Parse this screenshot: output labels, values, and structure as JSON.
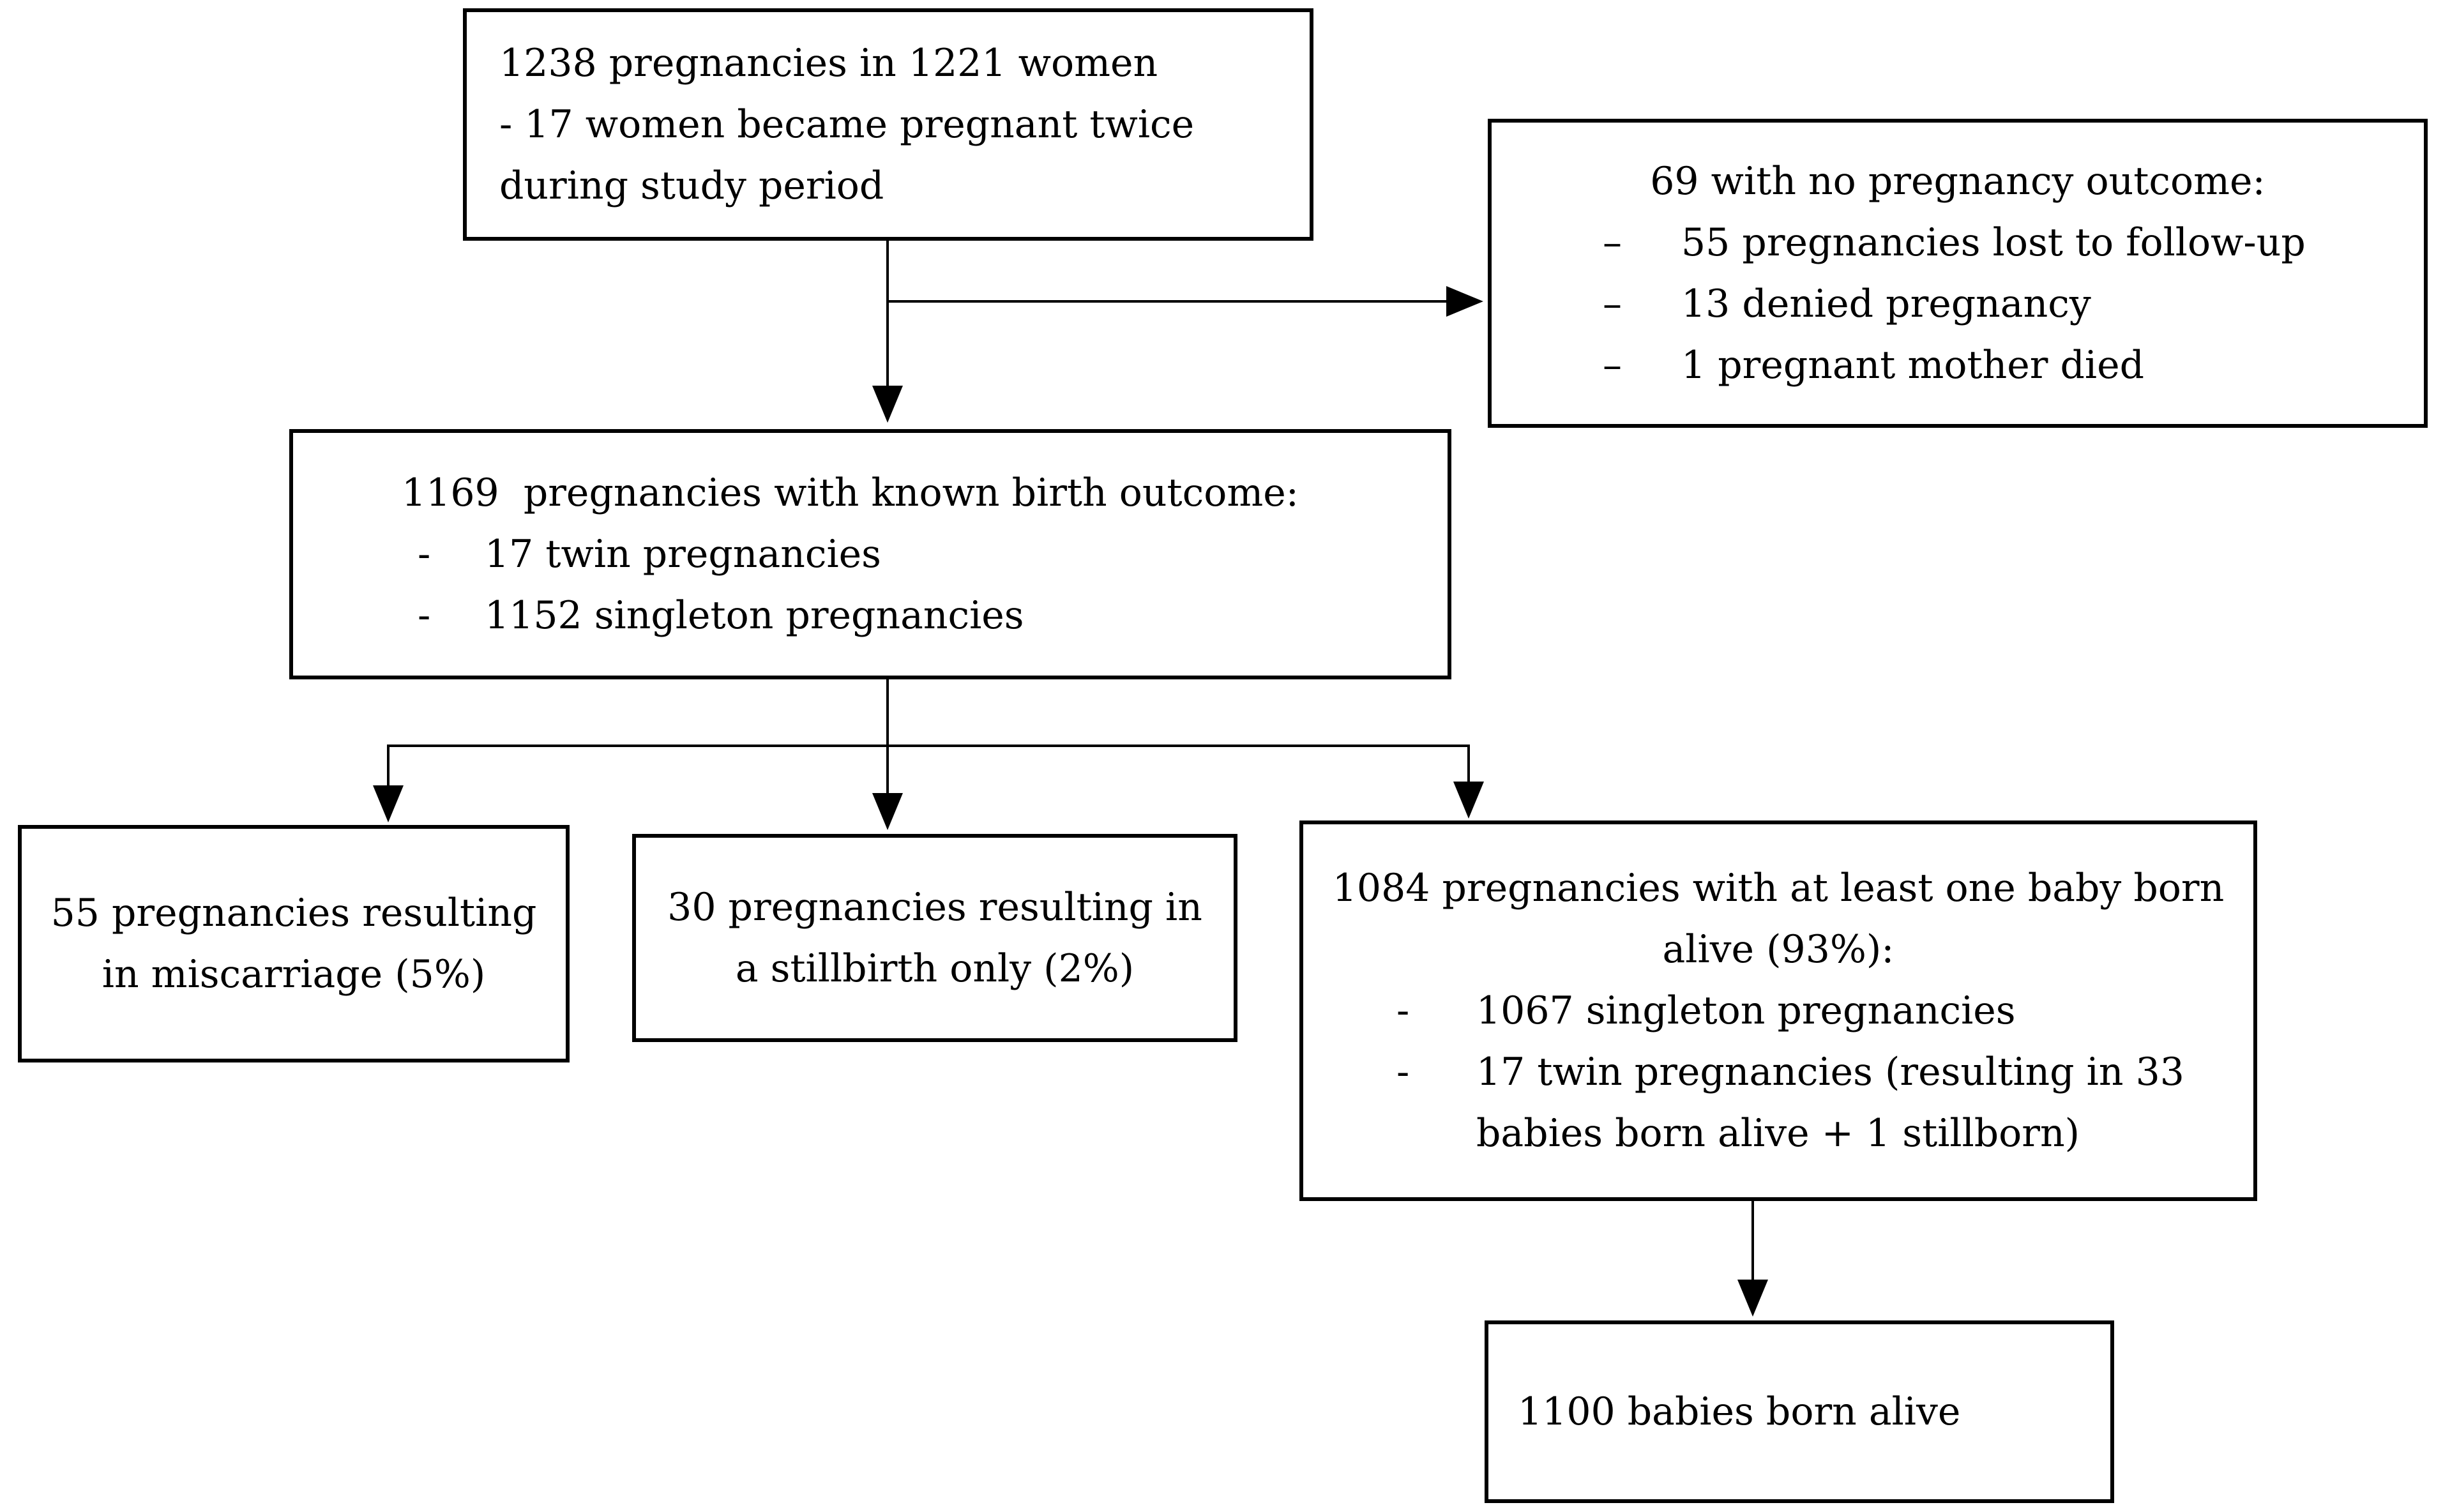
{
  "figure": {
    "type": "flowchart",
    "colors": {
      "box_border": "#000000",
      "box_fill": "#ffffff",
      "text": "#000000",
      "connector": "#000000"
    },
    "boxes": {
      "enrolled": {
        "lines": [
          "1238 pregnancies in 1221 women",
          "- 17 women became pregnant twice",
          "during study period"
        ]
      },
      "no_outcome": {
        "heading": "69 with no pregnancy outcome:",
        "marker": "–",
        "items": [
          "55 pregnancies lost to follow-up",
          "13 denied pregnancy",
          "1 pregnant mother died"
        ]
      },
      "known_outcome": {
        "heading": "1169  pregnancies with known birth outcome:",
        "marker": "-",
        "items": [
          "17 twin pregnancies",
          "1152 singleton pregnancies"
        ]
      },
      "miscarriage": {
        "lines": [
          "55 pregnancies resulting",
          "in miscarriage (5%)"
        ]
      },
      "stillbirth": {
        "lines": [
          "30 pregnancies resulting in",
          "a stillbirth only (2%)"
        ]
      },
      "live_birth": {
        "heading_lines": [
          "1084 pregnancies with at least one baby born",
          "alive (93%):"
        ],
        "marker": "-",
        "item1": "1067 singleton pregnancies",
        "item2_line1": "17 twin pregnancies (resulting in 33",
        "item2_line2": "babies born alive + 1 stillborn)"
      },
      "babies_alive": {
        "text": "1100 babies born alive"
      }
    }
  }
}
